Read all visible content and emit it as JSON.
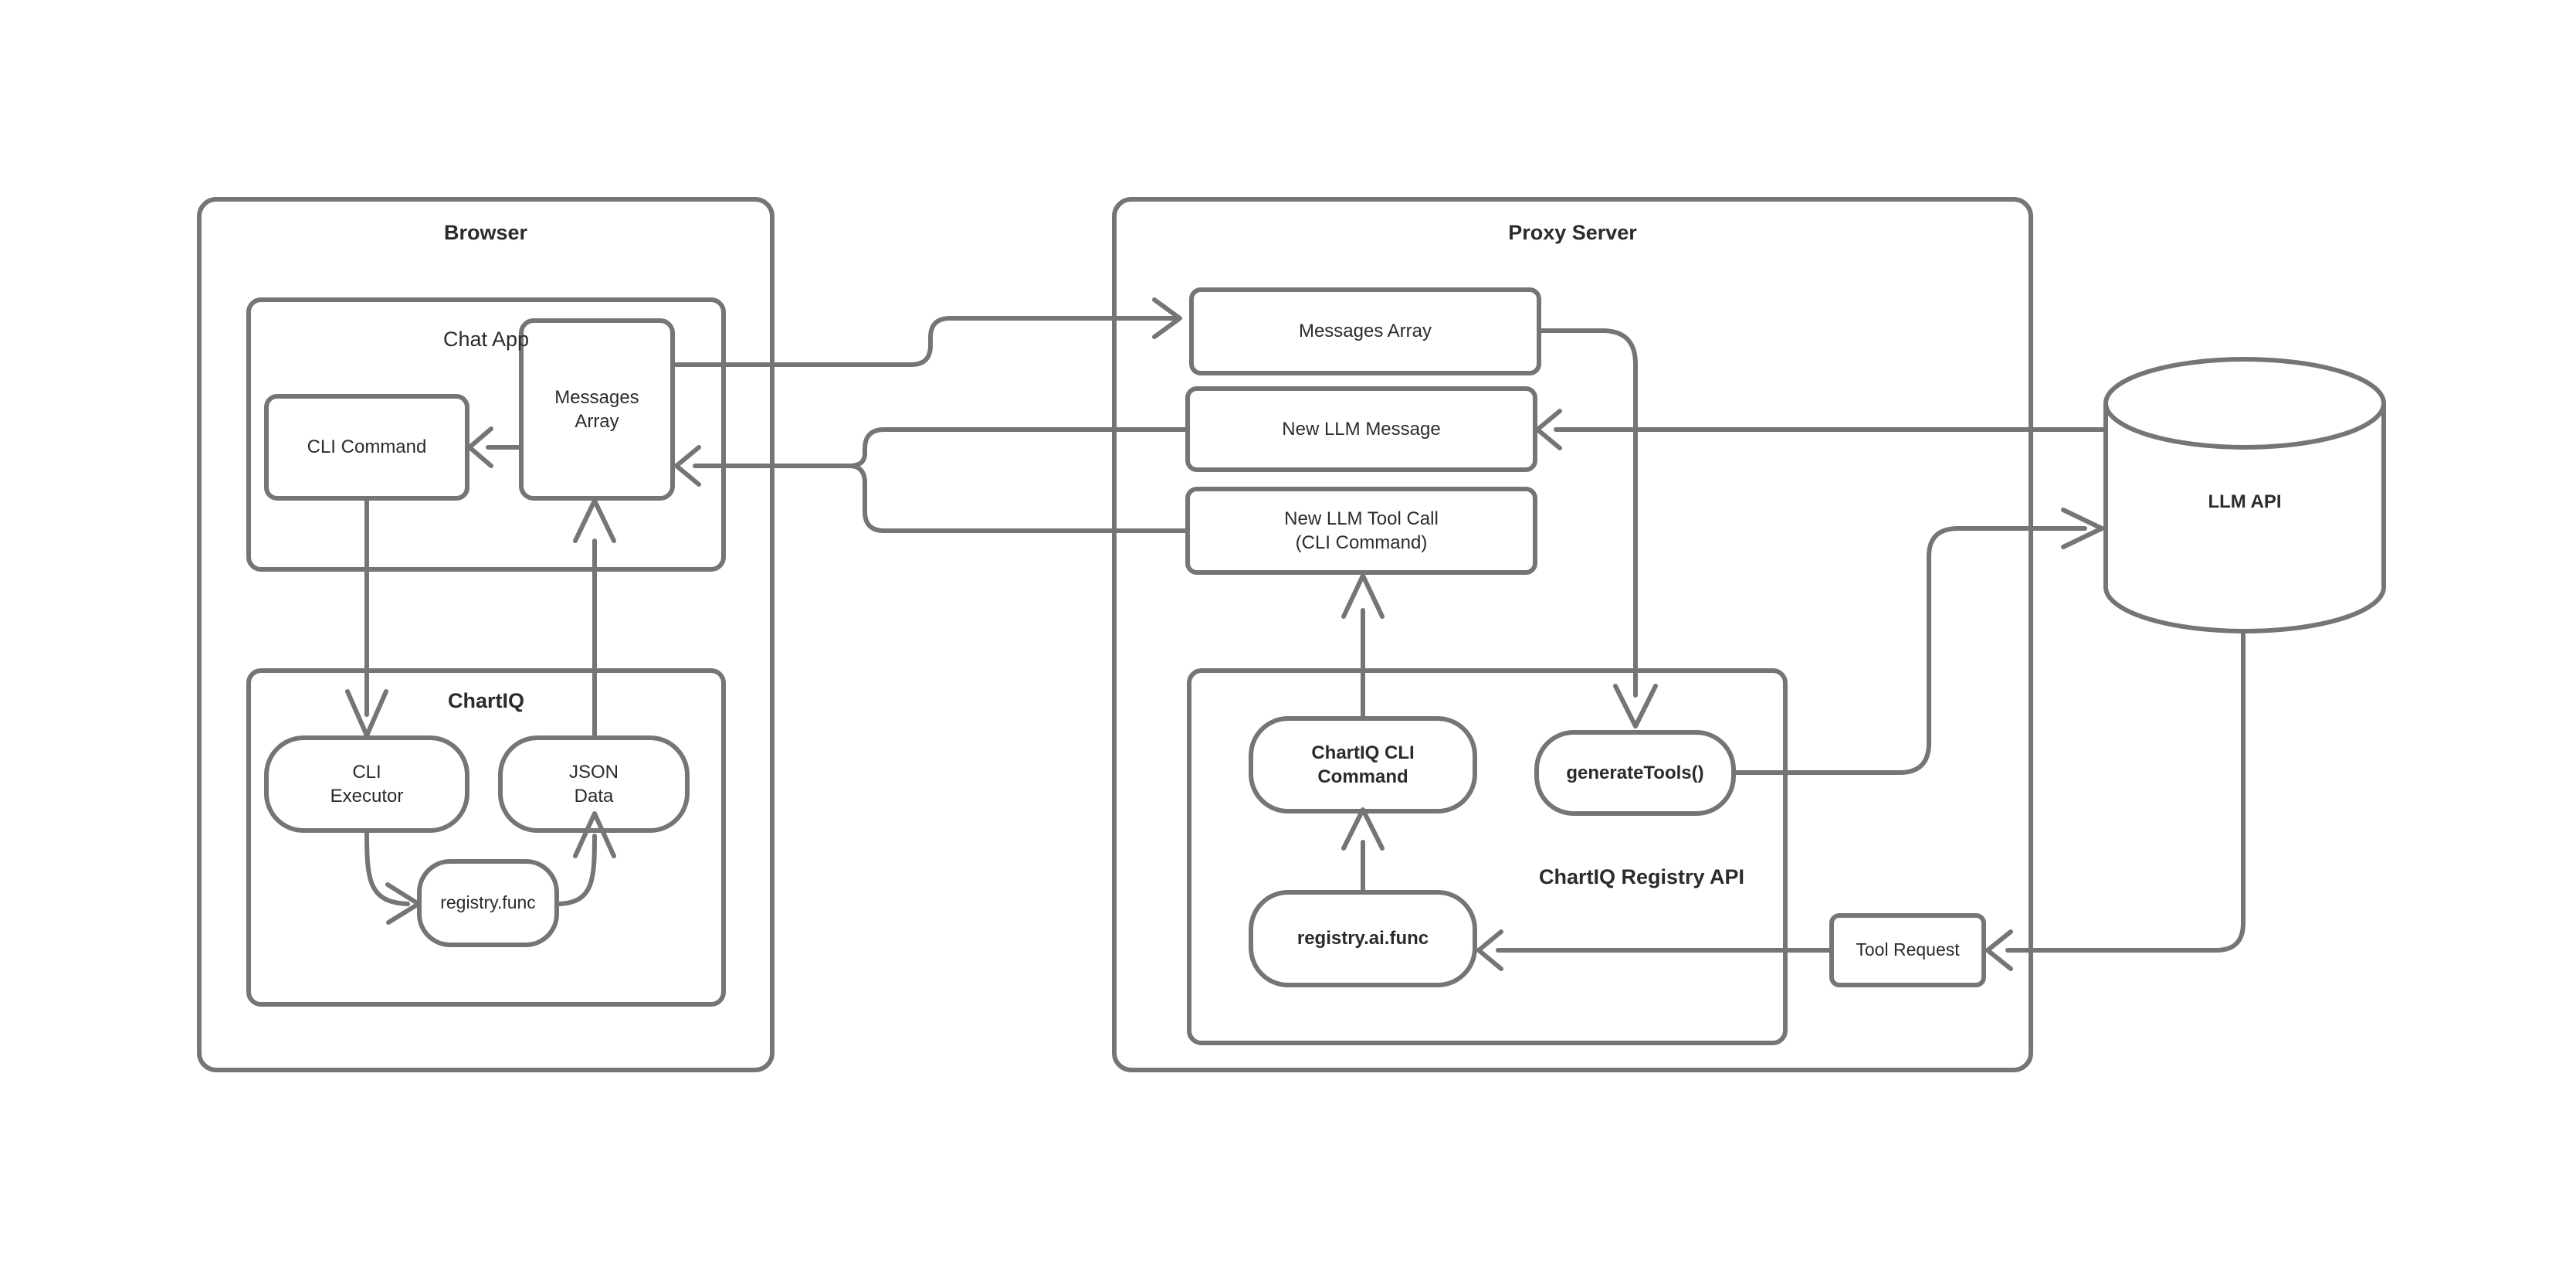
{
  "diagram": {
    "type": "architecture-flow-diagram",
    "stroke_color": "#757575",
    "text_color": "#2b2b2b",
    "background_color": "#ffffff"
  },
  "containers": {
    "browser": {
      "title": "Browser"
    },
    "proxy_server": {
      "title": "Proxy Server"
    }
  },
  "groups": {
    "chat_app": {
      "title": "Chat App"
    },
    "chartiq": {
      "title": "ChartIQ"
    },
    "registry_api": {
      "title": "ChartIQ Registry API"
    }
  },
  "nodes": {
    "browser_cli_command": {
      "label": "CLI Command"
    },
    "browser_messages_array": {
      "label": "Messages\nArray"
    },
    "chartiq_cli_executor": {
      "label": "CLI\nExecutor"
    },
    "chartiq_json_data": {
      "label": "JSON\nData"
    },
    "chartiq_registry_func": {
      "label": "registry.func"
    },
    "proxy_messages_array": {
      "label": "Messages Array"
    },
    "proxy_new_llm_message": {
      "label": "New LLM Message"
    },
    "proxy_new_llm_tool_call": {
      "label": "New LLM Tool Call\n(CLI Command)"
    },
    "registry_chartiq_cli_command": {
      "label": "ChartIQ CLI\nCommand"
    },
    "registry_generate_tools": {
      "label": "generateTools()"
    },
    "registry_ai_func": {
      "label": "registry.ai.func"
    },
    "tool_request": {
      "label": "Tool Request"
    },
    "llm_api": {
      "label": "LLM API"
    }
  }
}
